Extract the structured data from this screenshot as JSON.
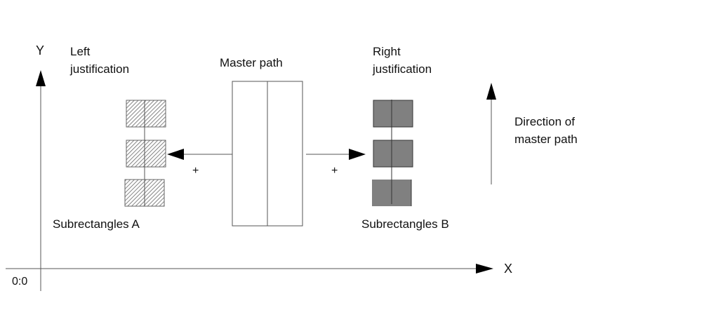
{
  "axes": {
    "y_label": "Y",
    "x_label": "X",
    "origin_label": "0:0"
  },
  "labels": {
    "left_justification": "Left\njustification",
    "right_justification": "Right\njustification",
    "master_path": "Master path",
    "direction": "Direction of\nmaster path",
    "subrectangles_a": "Subrectangles A",
    "subrectangles_b": "Subrectangles B",
    "plus_left": "+",
    "plus_right": "+"
  },
  "colors": {
    "line": "#555555",
    "arrow": "#000000",
    "hatch": "#666666",
    "fill_b": "#808080"
  },
  "subrectangles_a": {
    "count": 3,
    "style": "hatched"
  },
  "subrectangles_b": {
    "count": 3,
    "style": "solid-gray"
  }
}
